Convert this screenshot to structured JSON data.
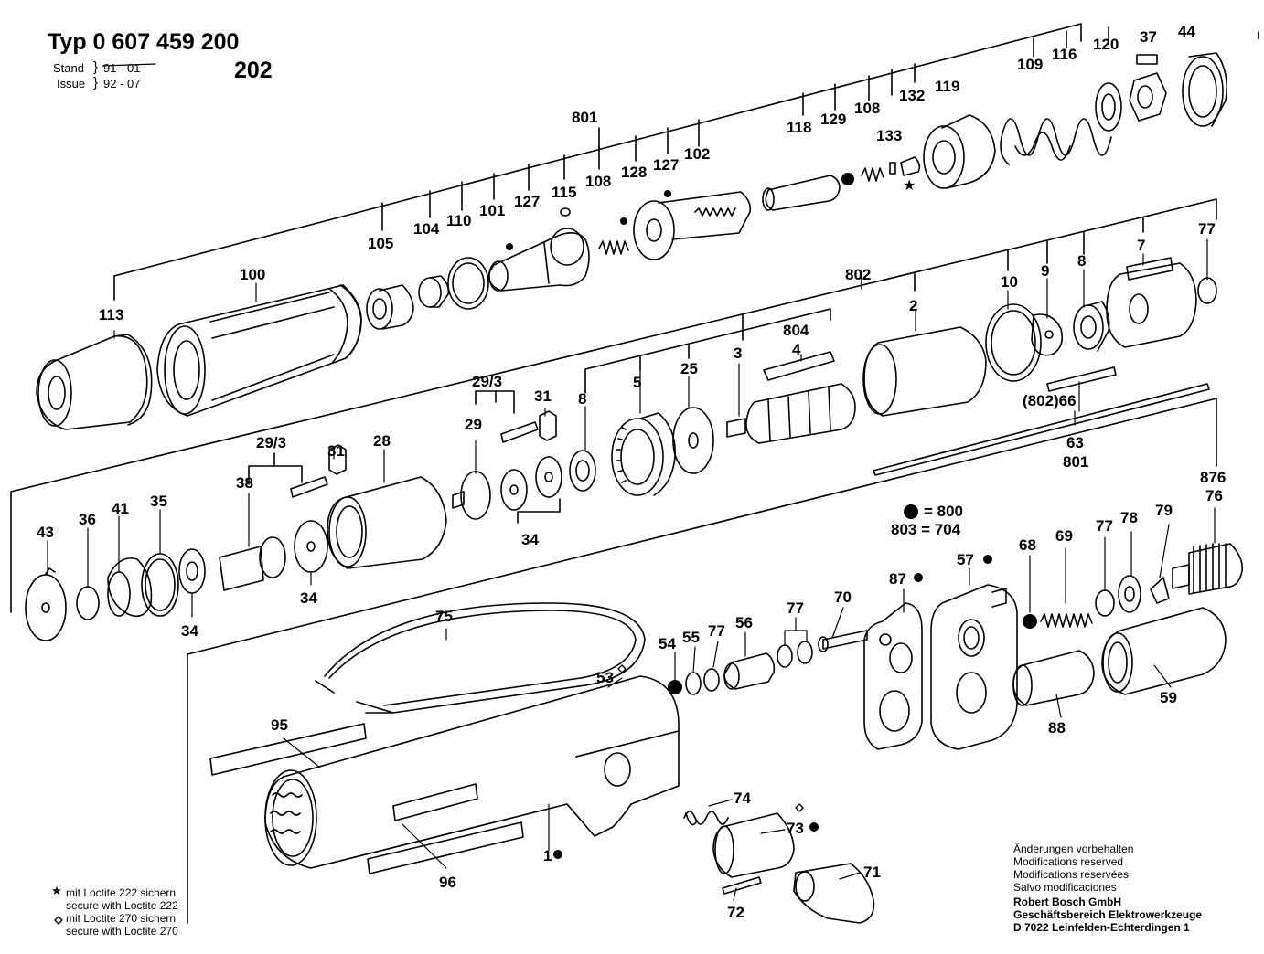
{
  "header": {
    "typ_line": "Typ  0 607 459 200",
    "variant": "202",
    "stand_label": "Stand",
    "stand_old": "91 - 01",
    "issue_label": "Issue",
    "issue_value": "92 - 07"
  },
  "legend": {
    "dot_800": "= 800",
    "code_803": "803 = 704"
  },
  "footnotes": [
    "mit Loctite 222 sichern",
    "secure with Loctite 222",
    "mit Loctite 270 sichern",
    "secure with Loctite 270"
  ],
  "notice": [
    "Änderungen vorbehalten",
    "Modifications reserved",
    "Modifications reservées",
    "Salvo modificaciones"
  ],
  "company": [
    "Robert Bosch GmbH",
    "Geschäftsbereich Elektrowerkzeuge",
    "D 7022 Leinfelden-Echterdingen 1"
  ],
  "corner_mark": "I",
  "part_labels": [
    "801",
    "120",
    "37",
    "44",
    "116",
    "109",
    "119",
    "132",
    "108",
    "129",
    "118",
    "133",
    "127",
    "102",
    "128",
    "108",
    "115",
    "127",
    "101",
    "110",
    "104",
    "105",
    "100",
    "113",
    "802",
    "2",
    "10",
    "9",
    "8",
    "7",
    "77",
    "804",
    "4",
    "3",
    "25",
    "5",
    "8",
    "29/3",
    "31",
    "29",
    "28",
    "29/3",
    "31",
    "38",
    "34",
    "34",
    "43",
    "36",
    "41",
    "35",
    "34",
    "(802)66",
    "63",
    "801",
    "876",
    "76",
    "79",
    "78",
    "77",
    "69",
    "68",
    "57",
    "87",
    "70",
    "77",
    "56",
    "77",
    "55",
    "54",
    "53",
    "75",
    "95",
    "96",
    "1",
    "74",
    "73",
    "71",
    "72",
    "88",
    "59"
  ]
}
